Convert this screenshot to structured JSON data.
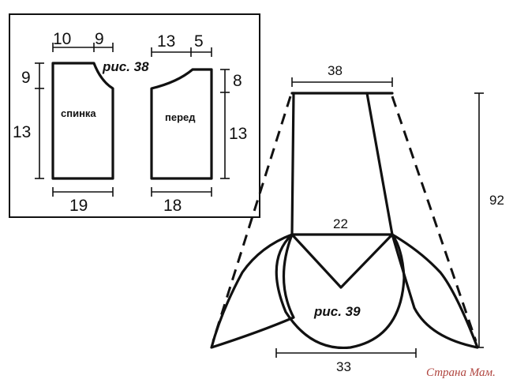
{
  "figure38": {
    "caption": "рис. 38",
    "back": {
      "label": "спинка",
      "top_left": "10",
      "top_right": "9",
      "side_upper": "9",
      "side_lower": "13",
      "bottom": "19"
    },
    "front": {
      "label": "перед",
      "top_left": "13",
      "top_right": "5",
      "side_upper": "8",
      "side_lower": "13",
      "bottom": "18"
    }
  },
  "figure39": {
    "caption": "рис. 39",
    "top_width": "38",
    "middle_width": "22",
    "bottom_width": "33",
    "length": "92"
  },
  "watermark": "Страна Мам."
}
